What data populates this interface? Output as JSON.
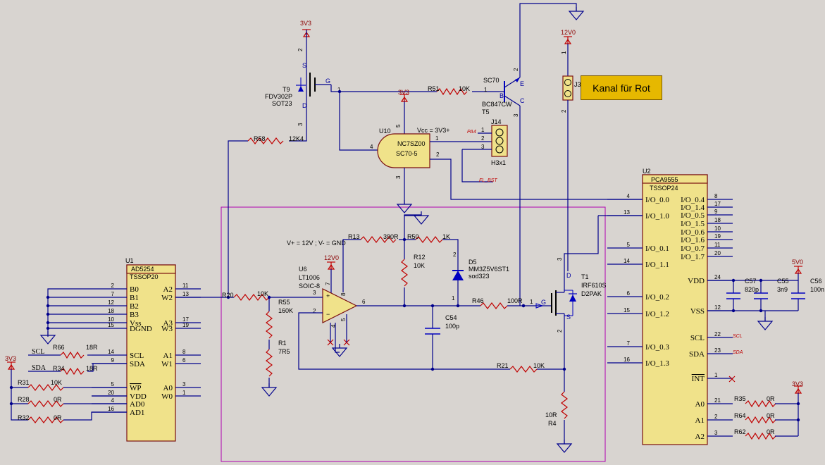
{
  "labels": {
    "kanal": "Kanal für Rot",
    "t9_ref": "T9",
    "t9_val": "FDV302P",
    "t9_pkg": "SOT23",
    "u10_ref": "U10",
    "u10_val": "NC7SZ00",
    "u10_pkg": "SC70-5",
    "u10_vcc": "Vcc = 3V3+",
    "j14_ref": "J14",
    "j14_val": "H3x1",
    "j3_ref": "J3",
    "t5_ref": "T5",
    "t5_val": "BC847CW",
    "t5_pkg": "SC70",
    "r51": "R51",
    "r51_val": "10K",
    "r58": "R58",
    "r58_val": "12K4",
    "r13": "R13",
    "r13_val": "390R",
    "r50": "R50",
    "r50_val": "1K",
    "r12": "R12",
    "r12_val": "10K",
    "d5_ref": "D5",
    "d5_val": "MM3Z5V6ST1",
    "d5_pkg": "sod323",
    "r46": "R46",
    "r46_val": "100R",
    "t1_ref": "T1",
    "t1_val": "IRF610S",
    "t1_pkg": "D2PAK",
    "c54": "C54",
    "c54_val": "100p",
    "r21": "R21",
    "r21_val": "10K",
    "r4": "R4",
    "r4_val": "10R",
    "u6_ref": "U6",
    "u6_val": "LT1006",
    "u6_pkg": "SOIC-8",
    "vnote": "V+ = 12V ; V- = GND",
    "r20": "R20",
    "r20_val": "10K",
    "r55": "R55",
    "r55_val": "160K",
    "r1": "R1",
    "r1_val": "7R5",
    "u1_ref": "U1",
    "u1_val": "AD5254",
    "u1_pkg": "TSSOP20",
    "r66": "R66",
    "r66_val": "18R",
    "r34": "R34",
    "r34_val": "18R",
    "r31": "R31",
    "r31_val": "10K",
    "r28": "R28",
    "r28_val": "0R",
    "r32": "R32",
    "r32_val": "0R",
    "u2_ref": "U2",
    "u2_val": "PCA9555",
    "u2_pkg": "TSSOP24",
    "c57": "C57",
    "c57_val": "820p",
    "c55": "C55",
    "c55_val": "3n9",
    "c56": "C56",
    "c56_val": "100n",
    "r35": "R35",
    "r35_val": "0R",
    "r64": "R64",
    "r64_val": "0R",
    "r62": "R62",
    "r62_val": "0R",
    "p3v3": "3V3",
    "p12v0": "12V0",
    "p5v0": "5V0",
    "net_pa4": "PA4",
    "net_fl": "FL_BST",
    "net_scl": "SCL",
    "net_sda": "SDA"
  },
  "u1_pins_left": [
    {
      "num": "2",
      "name": "B0"
    },
    {
      "num": "7",
      "name": "B1"
    },
    {
      "num": "12",
      "name": "B2"
    },
    {
      "num": "18",
      "name": "B3"
    },
    {
      "num": "10",
      "name": "Vss"
    },
    {
      "num": "15",
      "name": "DGND"
    },
    {
      "num": "14",
      "name": "SCL"
    },
    {
      "num": "9",
      "name": "SDA"
    },
    {
      "num": "5",
      "name": "WP"
    },
    {
      "num": "20",
      "name": "VDD"
    },
    {
      "num": "4",
      "name": "AD0"
    },
    {
      "num": "16",
      "name": "AD1"
    }
  ],
  "u1_pins_right": [
    {
      "num": "11",
      "name": "A2"
    },
    {
      "num": "13",
      "name": "W2"
    },
    {
      "num": "17",
      "name": "A3"
    },
    {
      "num": "19",
      "name": "W3"
    },
    {
      "num": "8",
      "name": "A1"
    },
    {
      "num": "6",
      "name": "W1"
    },
    {
      "num": "3",
      "name": "A0"
    },
    {
      "num": "1",
      "name": "W0"
    }
  ],
  "u2_pins_left": [
    {
      "num": "4",
      "name": "I/O_0.0"
    },
    {
      "num": "13",
      "name": "I/O_1.0"
    },
    {
      "num": "5",
      "name": "I/O_0.1"
    },
    {
      "num": "14",
      "name": "I/O_1.1"
    },
    {
      "num": "6",
      "name": "I/O_0.2"
    },
    {
      "num": "15",
      "name": "I/O_1.2"
    },
    {
      "num": "7",
      "name": "I/O_0.3"
    },
    {
      "num": "16",
      "name": "I/O_1.3"
    }
  ],
  "u2_pins_right": [
    {
      "num": "8",
      "name": "I/O_0.4"
    },
    {
      "num": "17",
      "name": "I/O_1.4"
    },
    {
      "num": "9",
      "name": "I/O_0.5"
    },
    {
      "num": "18",
      "name": "I/O_1.5"
    },
    {
      "num": "10",
      "name": "I/O_0.6"
    },
    {
      "num": "19",
      "name": "I/O_1.6"
    },
    {
      "num": "11",
      "name": "I/O_0.7"
    },
    {
      "num": "20",
      "name": "I/O_1.7"
    },
    {
      "num": "24",
      "name": "VDD"
    },
    {
      "num": "12",
      "name": "VSS"
    },
    {
      "num": "22",
      "name": "SCL"
    },
    {
      "num": "23",
      "name": "SDA"
    },
    {
      "num": "1",
      "name": "INT"
    },
    {
      "num": "21",
      "name": "A0"
    },
    {
      "num": "2",
      "name": "A1"
    },
    {
      "num": "3",
      "name": "A2"
    }
  ]
}
